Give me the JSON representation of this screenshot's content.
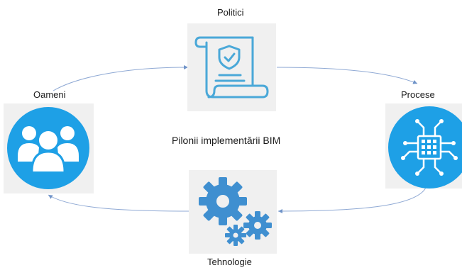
{
  "diagram": {
    "center_title": "Pilonii implementării BIM",
    "nodes": [
      {
        "id": "politici",
        "label": "Politici",
        "icon": "policy-document-shield-icon"
      },
      {
        "id": "procese",
        "label": "Procese",
        "icon": "circuit-chip-icon"
      },
      {
        "id": "tehnologie",
        "label": "Tehnologie",
        "icon": "gears-icon"
      },
      {
        "id": "oameni",
        "label": "Oameni",
        "icon": "people-group-icon"
      }
    ],
    "colors": {
      "primary_blue": "#1ea0e6",
      "document_blue": "#4aa8d8",
      "gear_blue": "#3f8fd0",
      "arrow": "#7a9ccc",
      "card_bg": "#f0f0f0"
    }
  }
}
